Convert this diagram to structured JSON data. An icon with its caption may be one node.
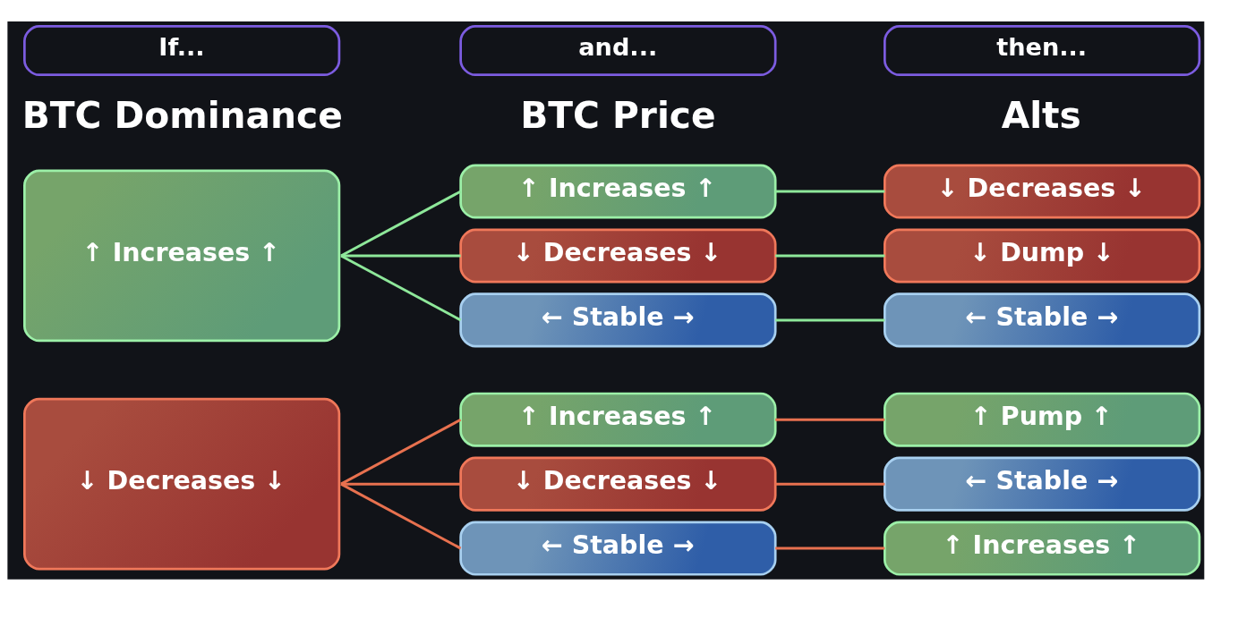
{
  "diagram": {
    "nodes": [
      {
        "text": [
          "If..."
        ]
      },
      {
        "text": [
          "and..."
        ]
      },
      {
        "text": [
          "then..."
        ]
      },
      {
        "text": [
          "↑ Increases ↑"
        ]
      },
      {
        "text": [
          "↑ Increases ↑"
        ]
      },
      {
        "text": [
          "↓ Decreases ↓"
        ]
      },
      {
        "text": [
          "↓ Decreases ↓"
        ]
      },
      {
        "text": [
          "↓ Dump ↓"
        ]
      },
      {
        "text": [
          "← Stable →"
        ]
      },
      {
        "text": [
          "← Stable →"
        ]
      },
      {
        "text": [
          "↓ Decreases ↓"
        ]
      },
      {
        "text": [
          "↑ Increases ↑"
        ]
      },
      {
        "text": [
          "↑ Pump ↑"
        ]
      },
      {
        "text": [
          "↓ Decreases ↓"
        ]
      },
      {
        "text": [
          "← Stable →"
        ]
      },
      {
        "text": [
          "← Stable →"
        ]
      },
      {
        "text": [
          "↑ Increases ↑"
        ]
      }
    ],
    "edges": [
      {
        "from": 3,
        "to": 4,
        "arrow": "none",
        "color": "#8ee89a"
      },
      {
        "from": 3,
        "to": 6,
        "arrow": "none",
        "color": "#8ee89a"
      },
      {
        "from": 3,
        "to": 8,
        "arrow": "none",
        "color": "#8ee89a"
      },
      {
        "from": 4,
        "to": 5,
        "arrow": "none",
        "color": "#8ee89a"
      },
      {
        "from": 6,
        "to": 7,
        "arrow": "none",
        "color": "#8ee89a"
      },
      {
        "from": 8,
        "to": 9,
        "arrow": "none",
        "color": "#8ee89a"
      },
      {
        "from": 10,
        "to": 11,
        "arrow": "none",
        "color": "#e8714f"
      },
      {
        "from": 10,
        "to": 13,
        "arrow": "none",
        "color": "#e8714f"
      },
      {
        "from": 10,
        "to": 15,
        "arrow": "none",
        "color": "#e8714f"
      },
      {
        "from": 11,
        "to": 12,
        "arrow": "none",
        "color": "#e8714f"
      },
      {
        "from": 13,
        "to": 14,
        "arrow": "none",
        "color": "#e8714f"
      },
      {
        "from": 15,
        "to": 16,
        "arrow": "none",
        "color": "#e8714f"
      }
    ],
    "labels": [
      "BTC Dominance",
      "BTC Price",
      "Alts"
    ]
  }
}
